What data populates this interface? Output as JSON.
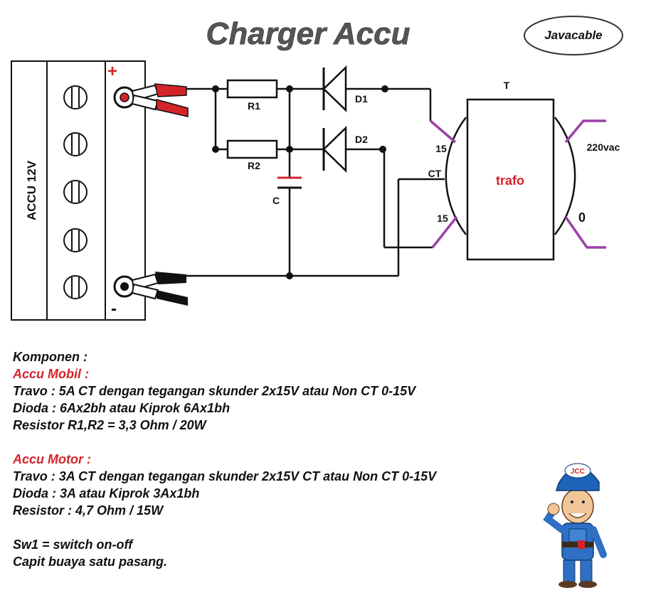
{
  "title": "Charger Accu",
  "brand": "Javacable",
  "battery": {
    "label": "ACCU 12V",
    "plus": "+",
    "minus": "-"
  },
  "components": {
    "r1": "R1",
    "r2": "R2",
    "d1": "D1",
    "d2": "D2",
    "c": "C",
    "t": "T",
    "trafo": "trafo",
    "tap_top": "15",
    "tap_bottom": "15",
    "tap_ct": "CT",
    "primary_top": "220vac",
    "primary_bottom": "0"
  },
  "colors": {
    "accent_red": "#d4242b",
    "winding": "#9c3fa8",
    "wire": "#111111"
  },
  "notes": {
    "heading": "Komponen :",
    "mobil_title": "Accu Mobil :",
    "mobil_lines": [
      "Travo : 5A CT dengan tegangan skunder 2x15V atau Non CT 0-15V",
      "Dioda : 6Ax2bh atau Kiprok 6Ax1bh",
      "Resistor R1,R2 = 3,3 Ohm / 20W"
    ],
    "motor_title": "Accu Motor :",
    "motor_lines": [
      "Travo :  3A CT dengan tegangan skunder 2x15V CT atau Non CT 0-15V",
      "Dioda : 3A atau Kiprok 3Ax1bh",
      "Resistor : 4,7 Ohm / 15W"
    ],
    "extra_lines": [
      "Sw1 = switch on-off",
      "Capit buaya satu pasang."
    ]
  },
  "mascot": {
    "cap_text": "JCC"
  }
}
